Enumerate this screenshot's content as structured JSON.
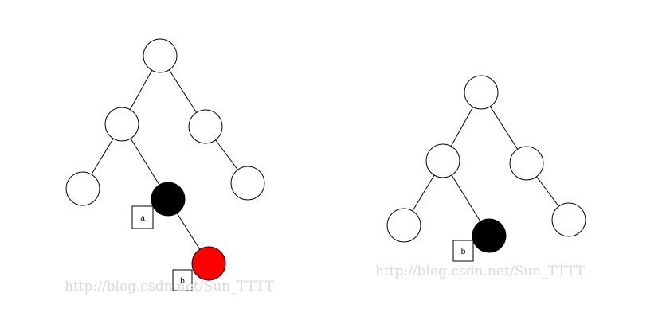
{
  "colors": {
    "edge": "#000000",
    "node_white": "#ffffff",
    "node_black": "#000000",
    "node_red": "#ff0000",
    "watermark": "#d9d9d9"
  },
  "trees": [
    {
      "name": "left-tree",
      "nodes": [
        {
          "id": "root",
          "color": "white"
        },
        {
          "id": "l",
          "color": "white"
        },
        {
          "id": "r",
          "color": "white"
        },
        {
          "id": "ll",
          "color": "white"
        },
        {
          "id": "lr",
          "color": "black",
          "tag": "a"
        },
        {
          "id": "rr",
          "color": "white"
        },
        {
          "id": "lrr",
          "color": "red",
          "tag": "b"
        }
      ],
      "edges": [
        [
          "root",
          "l"
        ],
        [
          "root",
          "r"
        ],
        [
          "l",
          "ll"
        ],
        [
          "l",
          "lr"
        ],
        [
          "r",
          "rr"
        ],
        [
          "lr",
          "lrr"
        ]
      ],
      "watermark": "http://blog.csdn.net/Sun_TTTT"
    },
    {
      "name": "right-tree",
      "nodes": [
        {
          "id": "root",
          "color": "white"
        },
        {
          "id": "l",
          "color": "white"
        },
        {
          "id": "r",
          "color": "white"
        },
        {
          "id": "ll",
          "color": "white"
        },
        {
          "id": "lr",
          "color": "black",
          "tag": "b"
        },
        {
          "id": "rr",
          "color": "white"
        }
      ],
      "edges": [
        [
          "root",
          "l"
        ],
        [
          "root",
          "r"
        ],
        [
          "l",
          "ll"
        ],
        [
          "l",
          "lr"
        ],
        [
          "r",
          "rr"
        ]
      ],
      "watermark": "http://blog.csdn.net/Sun_TTTT"
    }
  ]
}
